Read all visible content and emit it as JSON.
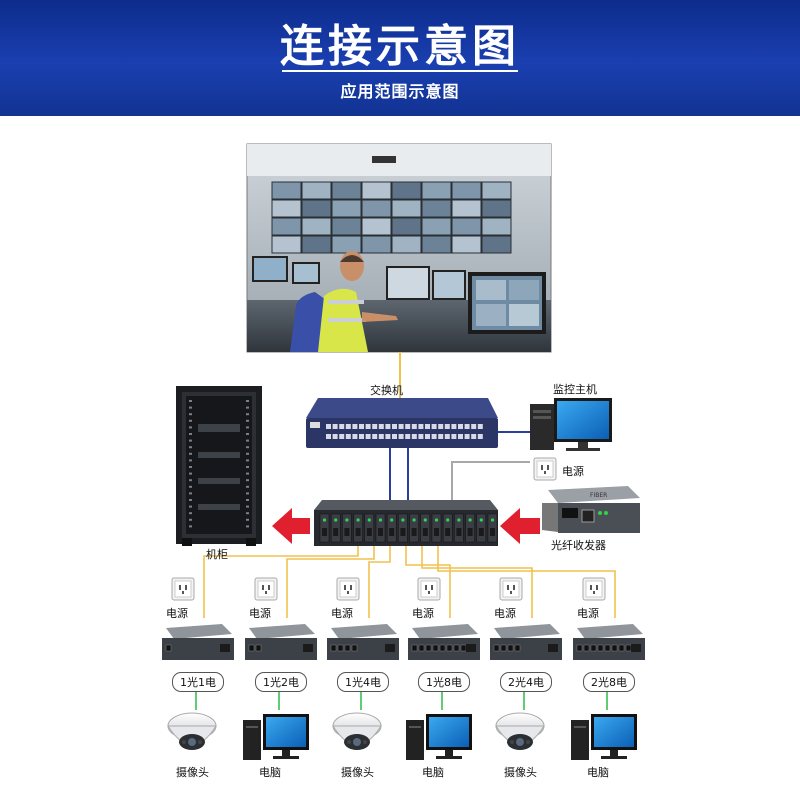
{
  "header": {
    "title": "连接示意图",
    "subtitle": "应用范围示意图"
  },
  "labels": {
    "switch": "交换机",
    "monitor_host": "监控主机",
    "power": "电源",
    "fiber_transceiver": "光纤收发器",
    "cabinet": "机柜"
  },
  "bottom": {
    "power_label": "电源",
    "devices": [
      {
        "type": "1光1电",
        "endpoint": "摄像头"
      },
      {
        "type": "1光2电",
        "endpoint": "电脑"
      },
      {
        "type": "1光4电",
        "endpoint": "摄像头"
      },
      {
        "type": "1光8电",
        "endpoint": "电脑"
      },
      {
        "type": "2光4电",
        "endpoint": "摄像头"
      },
      {
        "type": "2光8电",
        "endpoint": "电脑"
      }
    ]
  },
  "colors": {
    "banner": "#1a3fb0",
    "fiber_line": "#f2c14e",
    "network_line": "#2a3f9a",
    "power_line": "#a8a8a8",
    "arrow": "#e0202e"
  }
}
